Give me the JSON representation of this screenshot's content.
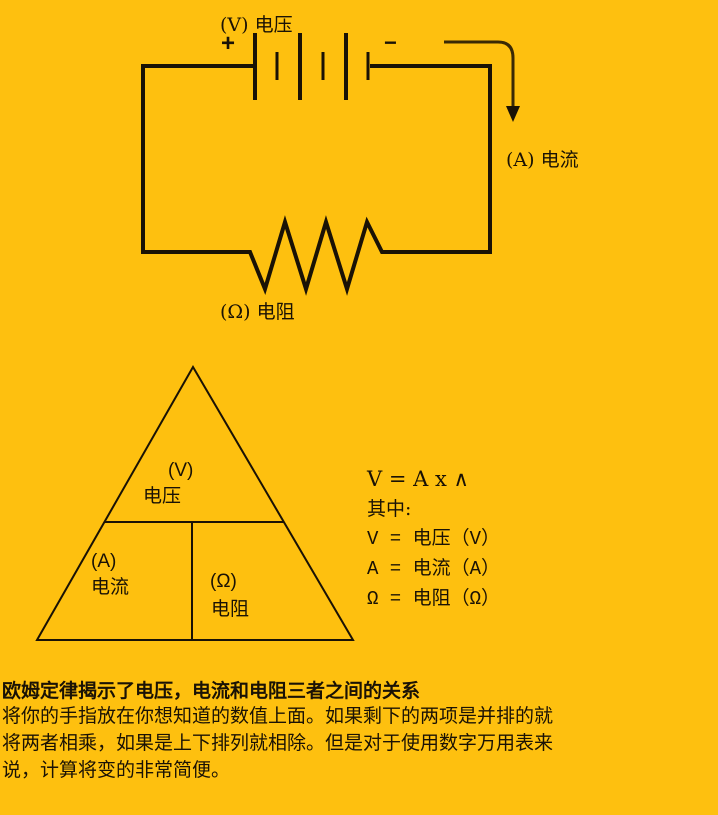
{
  "colors": {
    "background": "#FEC00F",
    "line": "#1a1205"
  },
  "circuit": {
    "voltage_label": "(V)  电压",
    "plus_sign": "+",
    "minus_sign": "−",
    "current_label": "(A)  电流",
    "resistance_label": "(Ω)  电阻",
    "icons": [
      "battery-icon",
      "resistor-icon",
      "current-arrow-icon"
    ]
  },
  "triangle": {
    "top": {
      "symbol": "(V)",
      "name": "电压"
    },
    "bottom_left": {
      "symbol": "(A)",
      "name": "电流"
    },
    "bottom_right": {
      "symbol": "(Ω)",
      "name": "电阻"
    }
  },
  "formula": {
    "equation": "V = A x ∧",
    "where": "其中:",
    "defs": [
      "V = 电压（V）",
      "A = 电流（A）",
      "Ω = 电阻（Ω）"
    ]
  },
  "text": {
    "heading": "欧姆定律揭示了电压，电流和电阻三者之间的关系",
    "lines": [
      "将你的手指放在你想知道的数值上面。如果剩下的两项是并排的就",
      "将两者相乘，如果是上下排列就相除。但是对于使用数字万用表来",
      "说，计算将变的非常简便。"
    ]
  }
}
